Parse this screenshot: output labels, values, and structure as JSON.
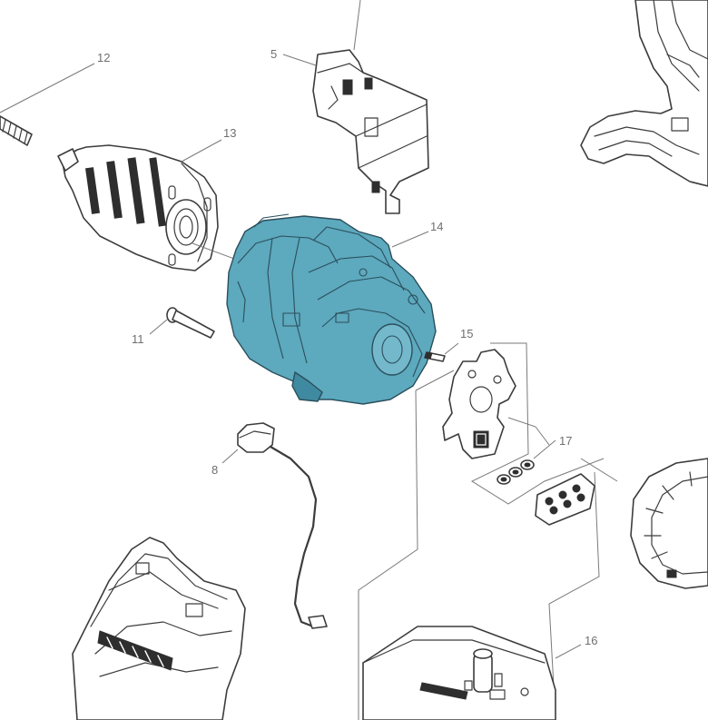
{
  "colors": {
    "highlight": "#5da9be",
    "highlight_dark": "#3f8aa0",
    "line": "#3c3c3c",
    "callout_text": "#6f6f6f"
  },
  "callouts": {
    "c5": "5",
    "c8": "8",
    "c11": "11",
    "c12": "12",
    "c13": "13",
    "c14": "14",
    "c15": "15",
    "c16": "16",
    "c17": "17"
  },
  "highlighted_part": "14"
}
